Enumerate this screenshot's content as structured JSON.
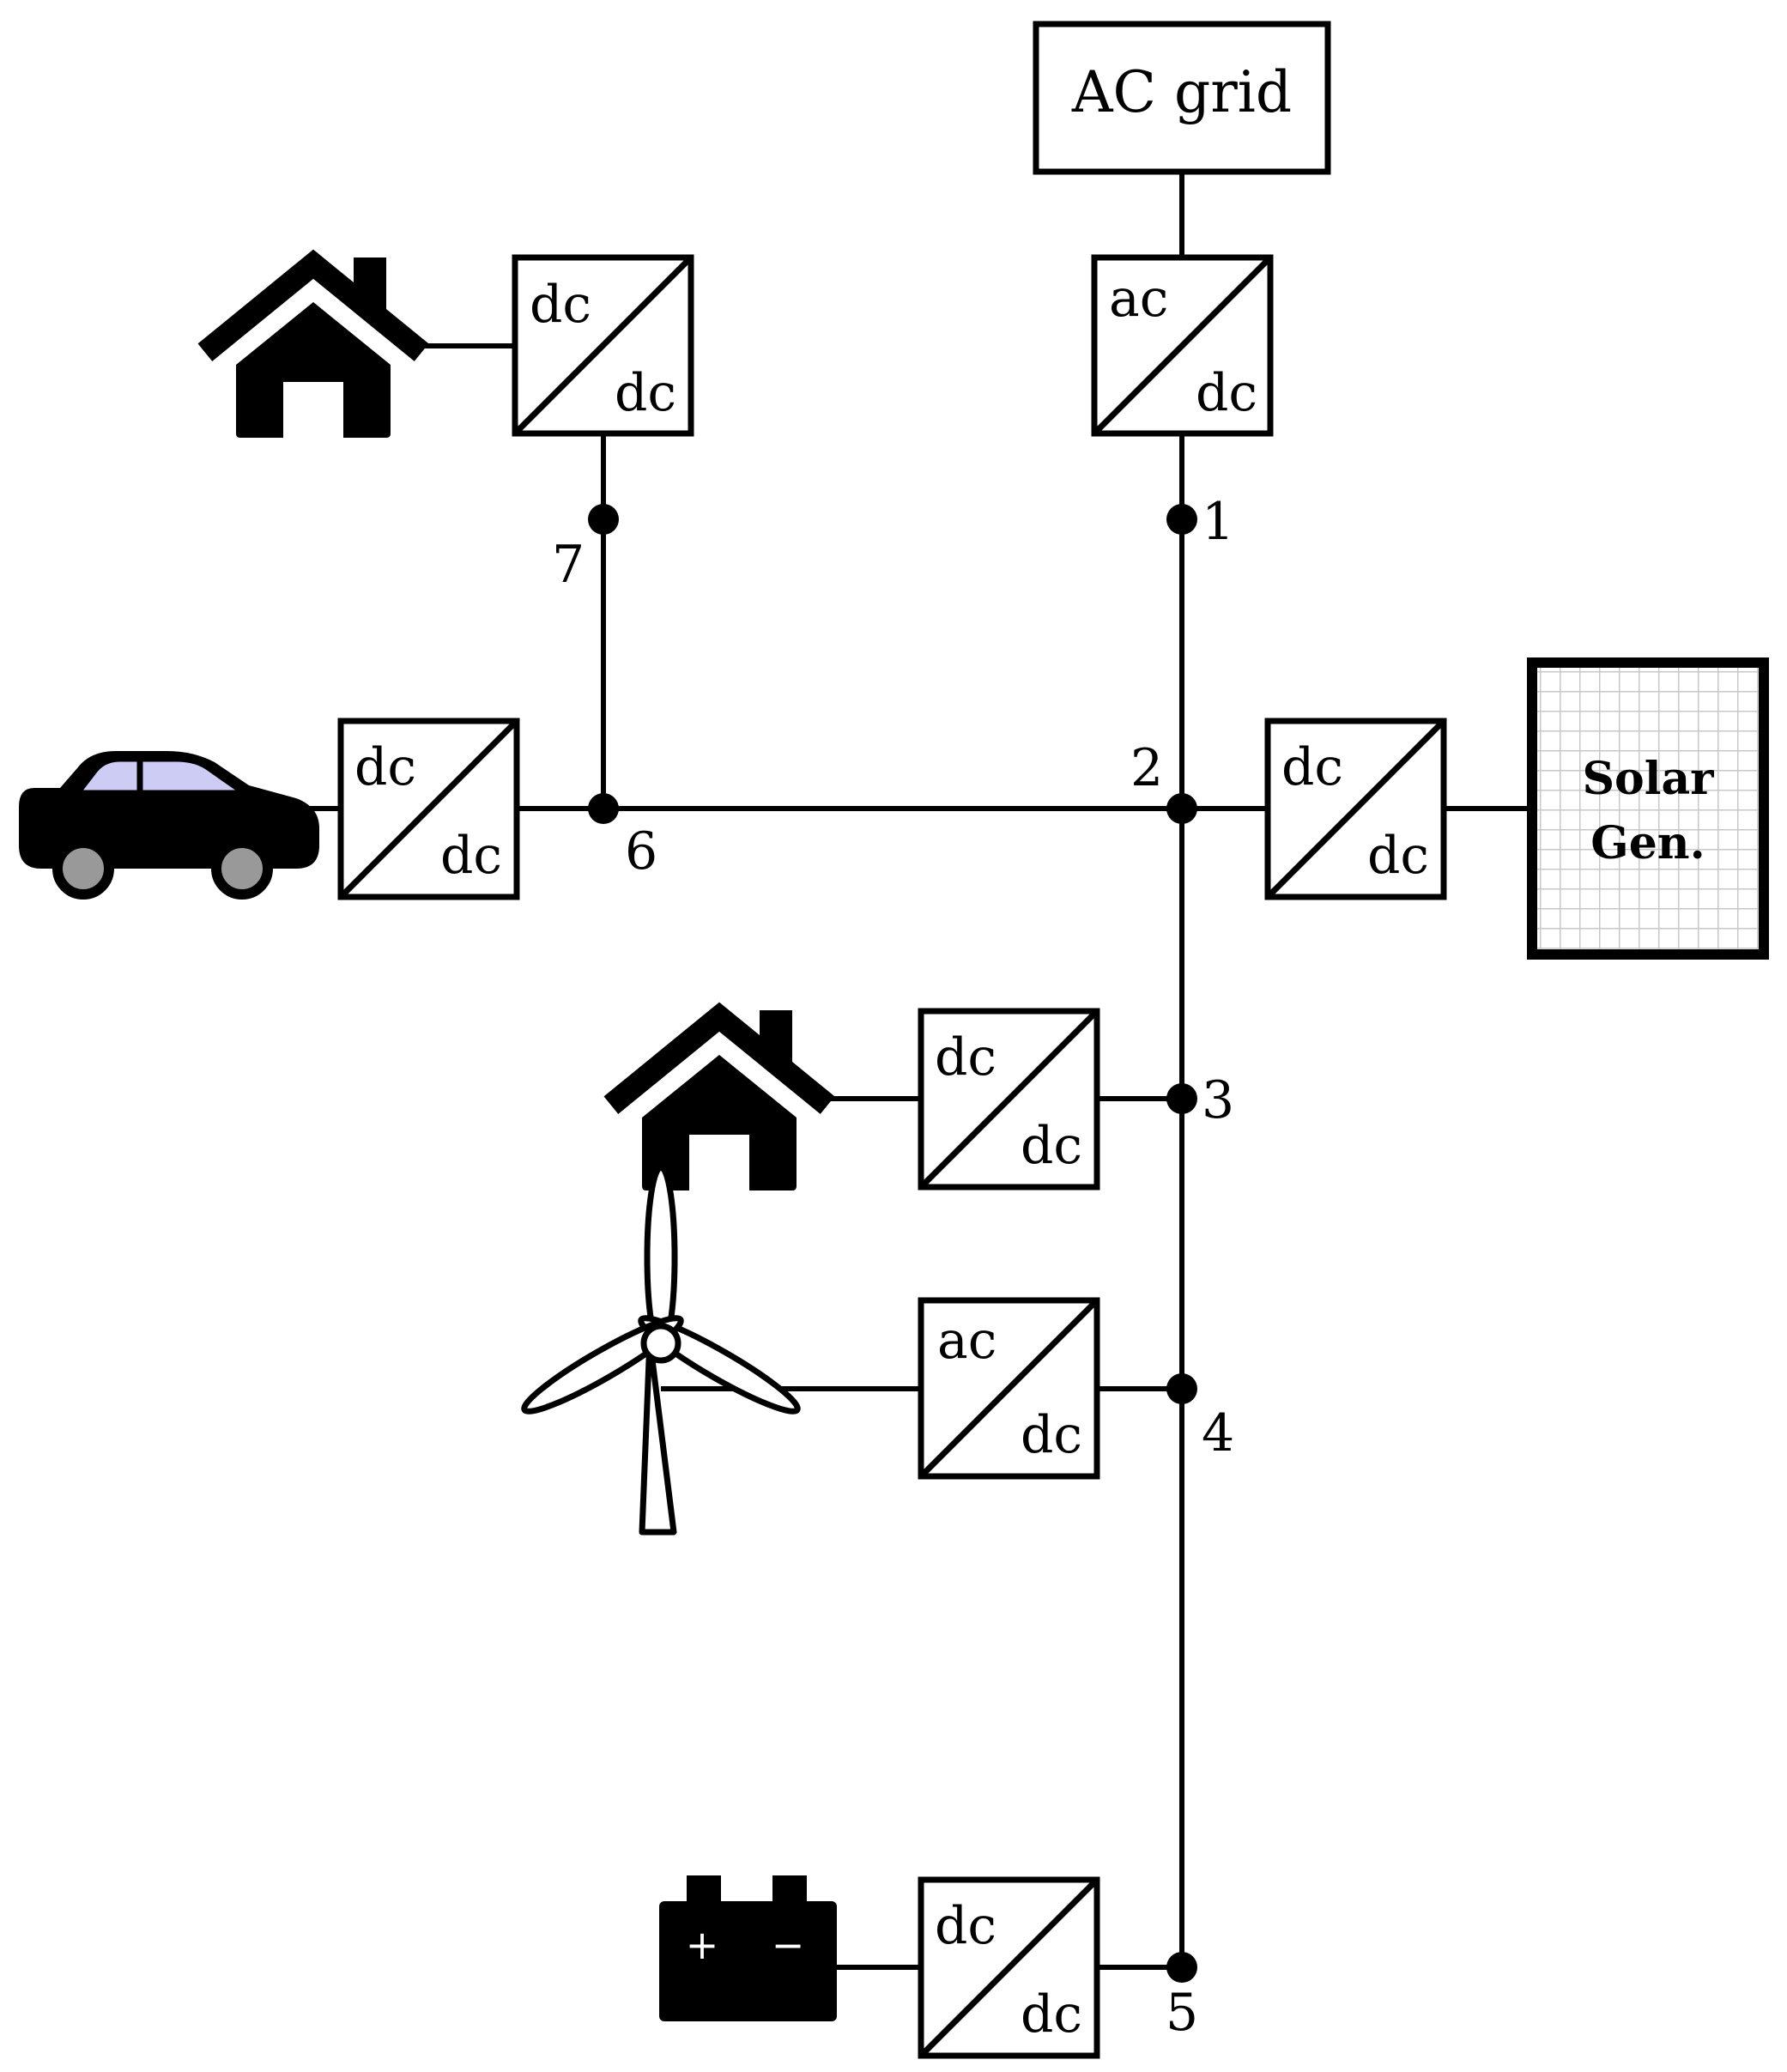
{
  "ac_grid": {
    "label": "AC grid"
  },
  "converters": {
    "top": {
      "in": "ac",
      "out": "dc"
    },
    "house1": {
      "in": "dc",
      "out": "dc"
    },
    "ev": {
      "in": "dc",
      "out": "dc"
    },
    "solar": {
      "in": "dc",
      "out": "dc"
    },
    "house2": {
      "in": "dc",
      "out": "dc"
    },
    "wind": {
      "in": "ac",
      "out": "dc"
    },
    "battery": {
      "in": "dc",
      "out": "dc"
    }
  },
  "nodes": [
    "1",
    "2",
    "3",
    "4",
    "5",
    "6",
    "7"
  ],
  "solar_gen": {
    "line1": "Solar",
    "line2": "Gen."
  },
  "battery": {
    "plus": "+",
    "minus": "−"
  },
  "icons": {
    "house1": "house-icon",
    "house2": "house-icon",
    "car": "car-icon",
    "wind": "wind-turbine-icon",
    "battery": "battery-icon",
    "solar": "solar-panel-icon"
  },
  "colors": {
    "car_window": "#ccccf5",
    "wheel": "#999999",
    "solar_grid": "#c8c8c8"
  }
}
